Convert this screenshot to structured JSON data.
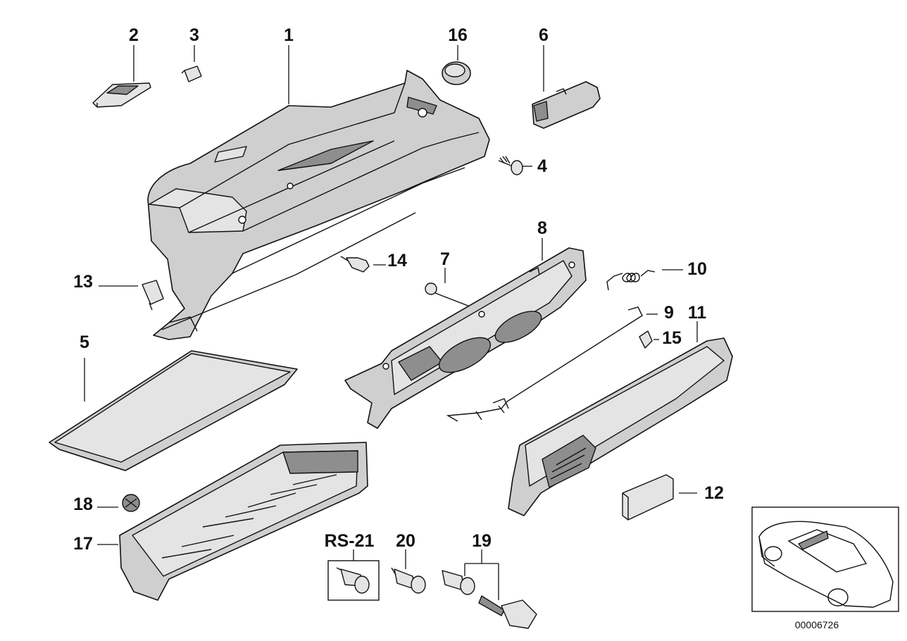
{
  "callouts": {
    "c1": "1",
    "c2": "2",
    "c3": "3",
    "c4": "4",
    "c5": "5",
    "c6": "6",
    "c7": "7",
    "c8": "8",
    "c9": "9",
    "c10": "10",
    "c11": "11",
    "c12": "12",
    "c13": "13",
    "c14": "14",
    "c15": "15",
    "c16": "16",
    "c17": "17",
    "c18": "18",
    "c19": "19",
    "c20": "20",
    "rs21": "RS-21"
  },
  "reference_code": "00006726",
  "colors": {
    "line": "#111111",
    "part_fill": "#cfcfcf",
    "part_light": "#e4e4e4",
    "part_dark": "#8e8e8e"
  }
}
